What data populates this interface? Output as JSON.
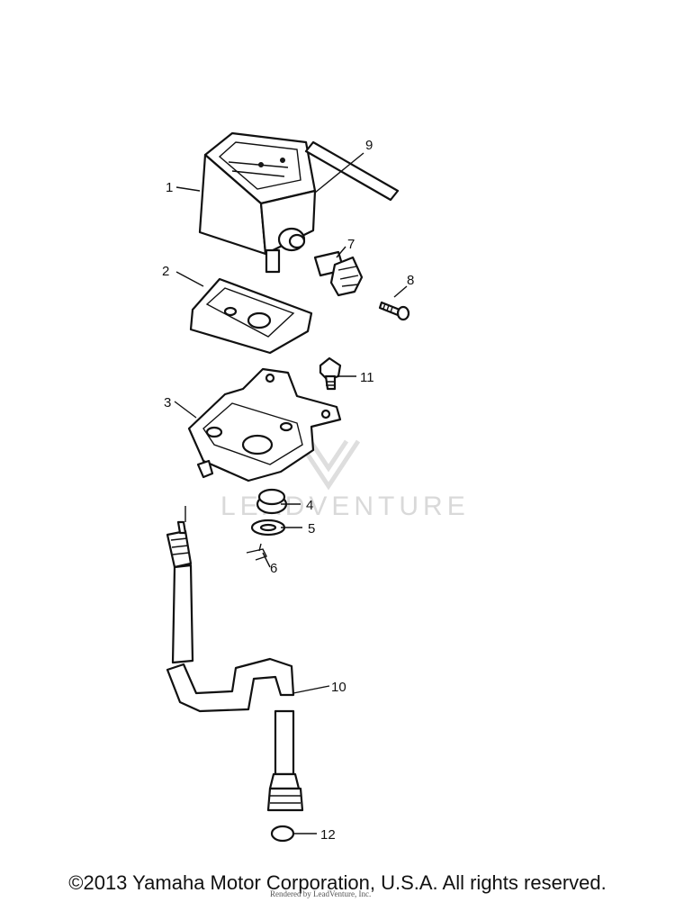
{
  "callouts": [
    {
      "id": "1",
      "label": "1"
    },
    {
      "id": "2",
      "label": "2"
    },
    {
      "id": "3",
      "label": "3"
    },
    {
      "id": "4",
      "label": "4"
    },
    {
      "id": "5",
      "label": "5"
    },
    {
      "id": "6",
      "label": "6"
    },
    {
      "id": "7",
      "label": "7"
    },
    {
      "id": "8",
      "label": "8"
    },
    {
      "id": "9",
      "label": "9"
    },
    {
      "id": "10",
      "label": "10"
    },
    {
      "id": "11",
      "label": "11"
    },
    {
      "id": "12",
      "label": "12"
    }
  ],
  "watermark": {
    "text": "LEADVENTURE"
  },
  "footer": {
    "copyright": "©2013 Yamaha Motor Corporation, U.S.A. All rights reserved.",
    "rendered_by": "Rendered by LeadVenture, Inc."
  }
}
